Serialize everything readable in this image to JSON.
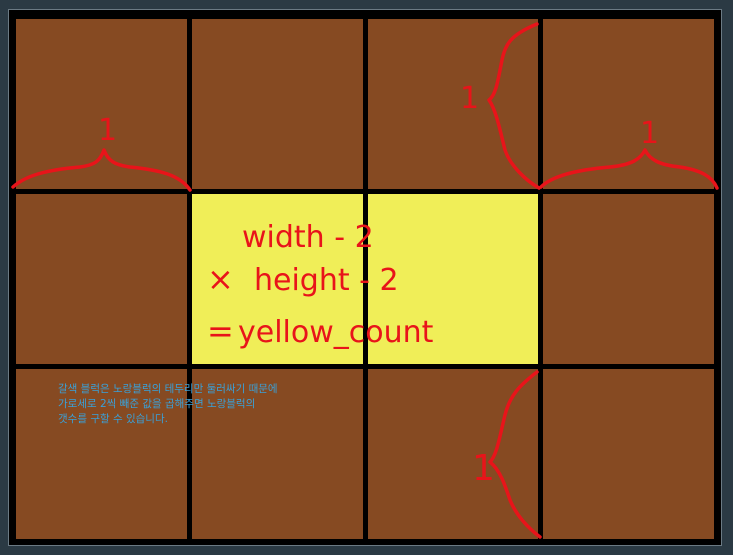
{
  "grid": {
    "rows": 3,
    "cols": 4,
    "colors": {
      "border": "#864a22",
      "inner": "#f0ee58",
      "gridline": "#000000",
      "annotation": "#e8141a"
    },
    "cells": [
      [
        "border",
        "border",
        "border",
        "border"
      ],
      [
        "border",
        "inner",
        "inner",
        "border"
      ],
      [
        "border",
        "border",
        "border",
        "border"
      ]
    ]
  },
  "annotations": {
    "brace_top_left": "1",
    "brace_top_right": "1",
    "brace_side_top": "1",
    "brace_side_bottom": "1",
    "formula_line1": "width - 2",
    "formula_line2_op": "×",
    "formula_line2": "height - 2",
    "formula_line3_op": "=",
    "formula_line3": "yellow_count"
  },
  "note": {
    "line1": "갈색 블럭은 노랑블럭의 테두리만 둘러싸기 때문에",
    "line2": "가로세로 2씩 빼준 값을 곱해주면 노랑블럭의",
    "line3": "갯수를 구할 수 있습니다."
  }
}
